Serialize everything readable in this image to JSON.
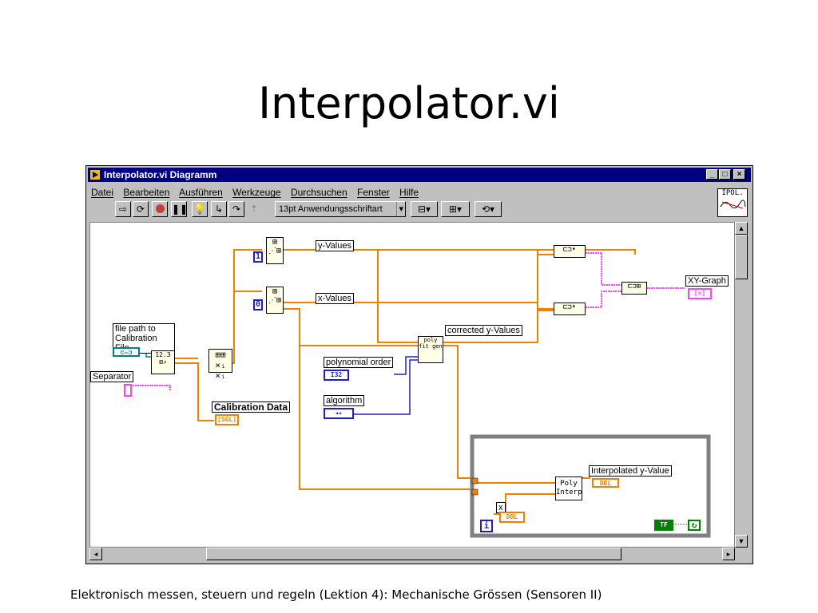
{
  "slide": {
    "title": "Interpolator.vi",
    "footer": "Elektronisch messen, steuern und regeln (Lektion 4): Mechanische Grössen (Sensoren II)"
  },
  "window": {
    "title": "Interpolator.vi Diagramm",
    "controls": [
      "_",
      "□",
      "×"
    ],
    "menu": [
      "Datei",
      "Bearbeiten",
      "Ausführen",
      "Werkzeuge",
      "Durchsuchen",
      "Fenster",
      "Hilfe"
    ],
    "font_selector": "13pt Anwendungsschriftart",
    "vi_icon": "IPOL."
  },
  "diagram": {
    "labels": {
      "y_values": "y-Values",
      "x_values": "x-Values",
      "file_path": "file path to Calibration File",
      "separator": "Separator",
      "calibration_data": "Calibration Data",
      "polynomial_order": "polynomial order",
      "algorithm": "algorithm",
      "corrected_y": "corrected y-Values",
      "xy_graph": "XY-Graph",
      "interpolated_y": "Interpolated y-Value",
      "x": "x",
      "poly_interp": "Poly Interp",
      "poly_fit": "poly fit gen"
    },
    "constants": {
      "one": "1",
      "zero": "0",
      "read_value": "12.3",
      "tf": "TF"
    },
    "type_tags": {
      "sgl": "[SGL]",
      "dbl": "DBL",
      "i32": "I32",
      "enum": "◂▸",
      "i": "i",
      "graph": "[≈]"
    }
  },
  "colors": {
    "wire_orange": "#f08000",
    "wire_blue": "#2020c0",
    "wire_pink": "#ff40ff",
    "wire_teal": "#008080",
    "wire_green": "#008000",
    "loop_frame": "#808080",
    "titlebar": "#000080"
  }
}
